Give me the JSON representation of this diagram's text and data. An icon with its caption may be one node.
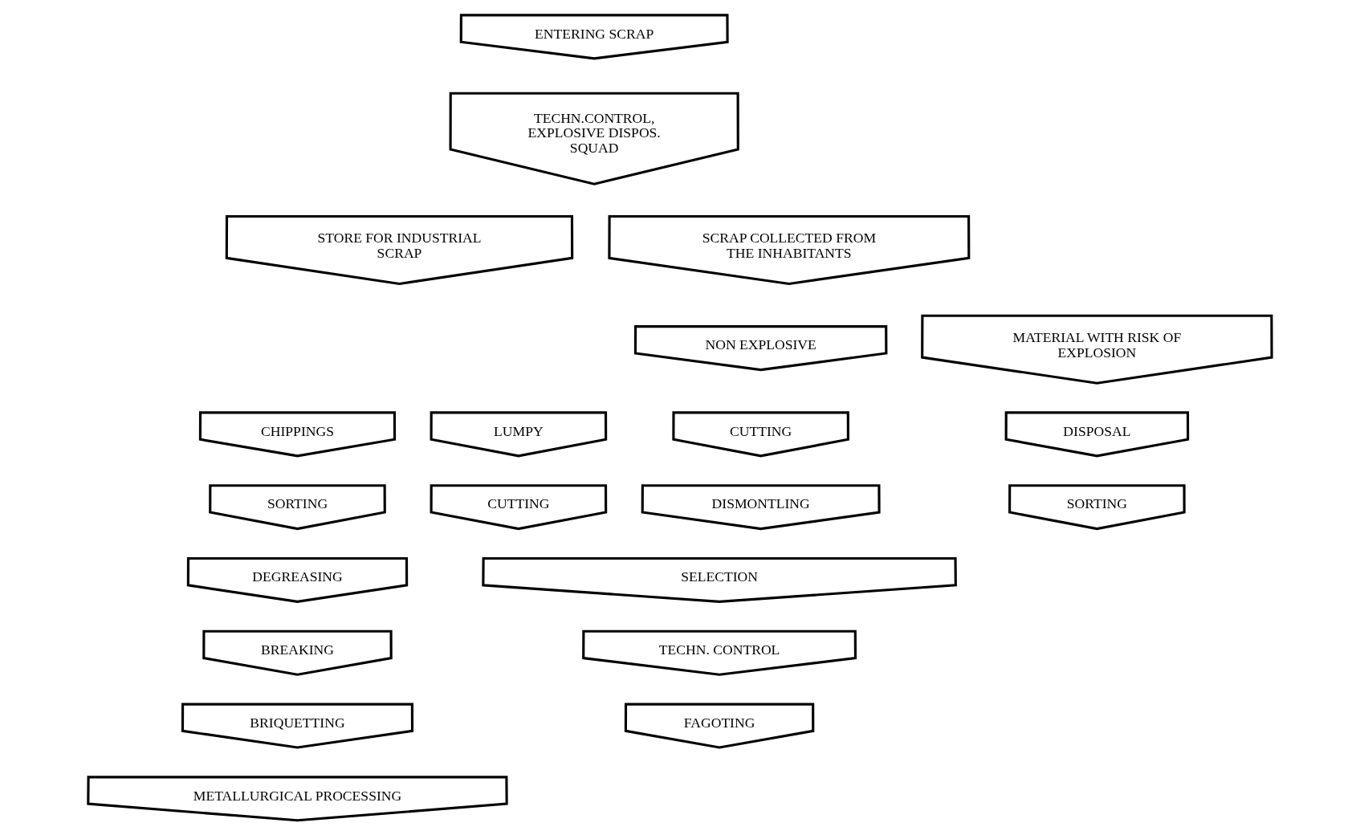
{
  "diagram": {
    "nodes": [
      {
        "text": [
          "ENTERING SCRAP"
        ]
      },
      {
        "text": [
          "TECHN.CONTROL, EXPLOSIVE DISPOS. SQUAD"
        ]
      },
      {
        "text": [
          "STORE FOR INDUSTRIAL SCRAP"
        ]
      },
      {
        "text": [
          "SCRAP COLLECTED FROM THE INHABITANTS"
        ]
      },
      {
        "text": [
          "NON EXPLOSIVE"
        ]
      },
      {
        "text": [
          "MATERIAL WITH RISK OF EXPLOSION"
        ]
      },
      {
        "text": [
          "CHIPPINGS"
        ]
      },
      {
        "text": [
          "LUMPY"
        ]
      },
      {
        "text": [
          "CUTTING"
        ]
      },
      {
        "text": [
          "DISPOSAL"
        ]
      },
      {
        "text": [
          "SORTING"
        ]
      },
      {
        "text": [
          "CUTTING"
        ]
      },
      {
        "text": [
          "DISMONTLING"
        ]
      },
      {
        "text": [
          "SORTING"
        ]
      },
      {
        "text": [
          "DEGREASING"
        ]
      },
      {
        "text": [
          "SELECTION"
        ]
      },
      {
        "text": [
          "BREAKING"
        ]
      },
      {
        "text": [
          "TECHN. CONTROL"
        ]
      },
      {
        "text": [
          "BRIQUETTING"
        ]
      },
      {
        "text": [
          "FAGOTING"
        ]
      },
      {
        "text": [
          "METALLURGICAL PROCESSING"
        ]
      }
    ],
    "edges": []
  }
}
